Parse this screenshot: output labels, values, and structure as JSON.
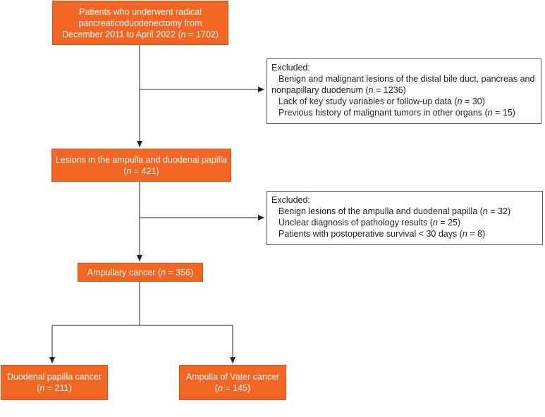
{
  "boxes": {
    "patients": {
      "line1": "Patients who underwent radical",
      "line2": "pancreaticoduodenectomy from",
      "line3_pre": "December 2011 to April 2022 (",
      "n_label": "n",
      "line3_post": " = 1702)"
    },
    "lesions": {
      "line1": "Lesions in the ampulla and duodenal papilla",
      "pre": "(",
      "n_label": "n",
      "post": " = 421)"
    },
    "ampullary": {
      "pre": "Ampullary cancer (",
      "n_label": "n",
      "post": " = 356)"
    },
    "duodenal": {
      "line1": "Duodenal papilla cancer",
      "pre": "(",
      "n_label": "n",
      "post": " = 211)"
    },
    "vater": {
      "line1": "Ampulla of Vater cancer",
      "pre": "(",
      "n_label": "n",
      "post": " = 145)"
    }
  },
  "excluded1": {
    "title": "Excluded:",
    "items": [
      {
        "pre": "Benign and malignant lesions of the distal bile duct, pancreas and",
        "cont": "nonpapillary duodenum (",
        "n_label": "n",
        "post": " = 1236)"
      },
      {
        "pre": "Lack of key study variables or follow-up data (",
        "n_label": "n",
        "post": " = 30)"
      },
      {
        "pre": "Previous history of malignant tumors in  other organs (",
        "n_label": "n",
        "post": " = 15)"
      }
    ]
  },
  "excluded2": {
    "title": "Excluded:",
    "items": [
      {
        "pre": "Benign lesions of the ampulla and duodenal papilla (",
        "n_label": "n",
        "post": " = 32)"
      },
      {
        "pre": "Unclear diagnosis of pathology results (",
        "n_label": "n",
        "post": " = 25)"
      },
      {
        "pre": "Patients with postoperative survival < 30 days (",
        "n_label": "n",
        "post": " = 8)"
      }
    ]
  },
  "colors": {
    "box_fill": "#f26522",
    "box_text": "#ffffff",
    "line": "#222222"
  }
}
